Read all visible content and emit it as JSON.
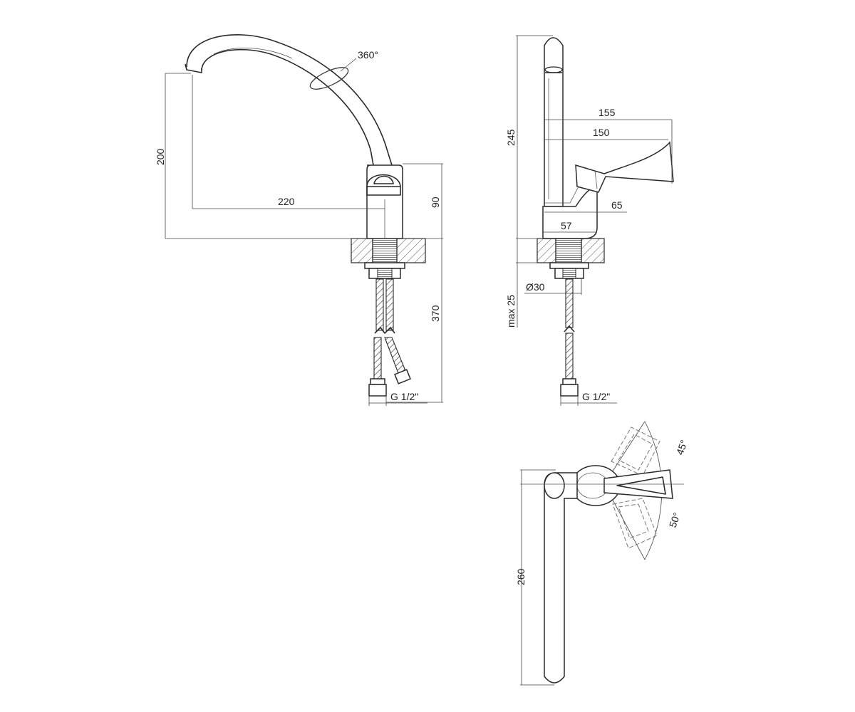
{
  "views": {
    "front": {
      "spout_rotation": "360°",
      "spout_height": "200",
      "spout_reach": "220",
      "body_height": "90",
      "hose_length": "370",
      "hose_thread": "G 1/2\""
    },
    "side": {
      "total_height": "245",
      "overall_depth": "155",
      "spout_depth": "150",
      "lever_height": "65",
      "base_diameter": "57",
      "shank_diameter": "Ø30",
      "max_thickness": "max 25",
      "hose_thread": "G 1/2\""
    },
    "top": {
      "spout_length": "260",
      "lever_angle_up": "45°",
      "lever_angle_down": "50°"
    }
  },
  "colors": {
    "line": "#3a3a3a",
    "hatch": "#555555",
    "text": "#222222",
    "background": "#ffffff"
  }
}
